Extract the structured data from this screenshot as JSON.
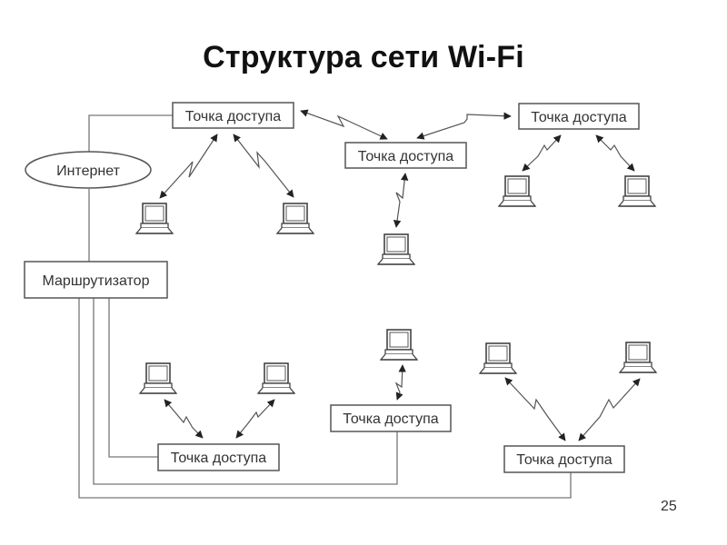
{
  "slide": {
    "title": "Структура сети Wi-Fi",
    "page_number": "25"
  },
  "nodes": {
    "internet": "Интернет",
    "router": "Маршрутизатор",
    "access_points": [
      "Точка доступа",
      "Точка доступа",
      "Точка доступа",
      "Точка доступа",
      "Точка доступа",
      "Точка доступа"
    ]
  },
  "legend_icons": {
    "client": "laptop-icon",
    "wireless_link": "lightning-double-arrow",
    "wired_link": "line"
  }
}
